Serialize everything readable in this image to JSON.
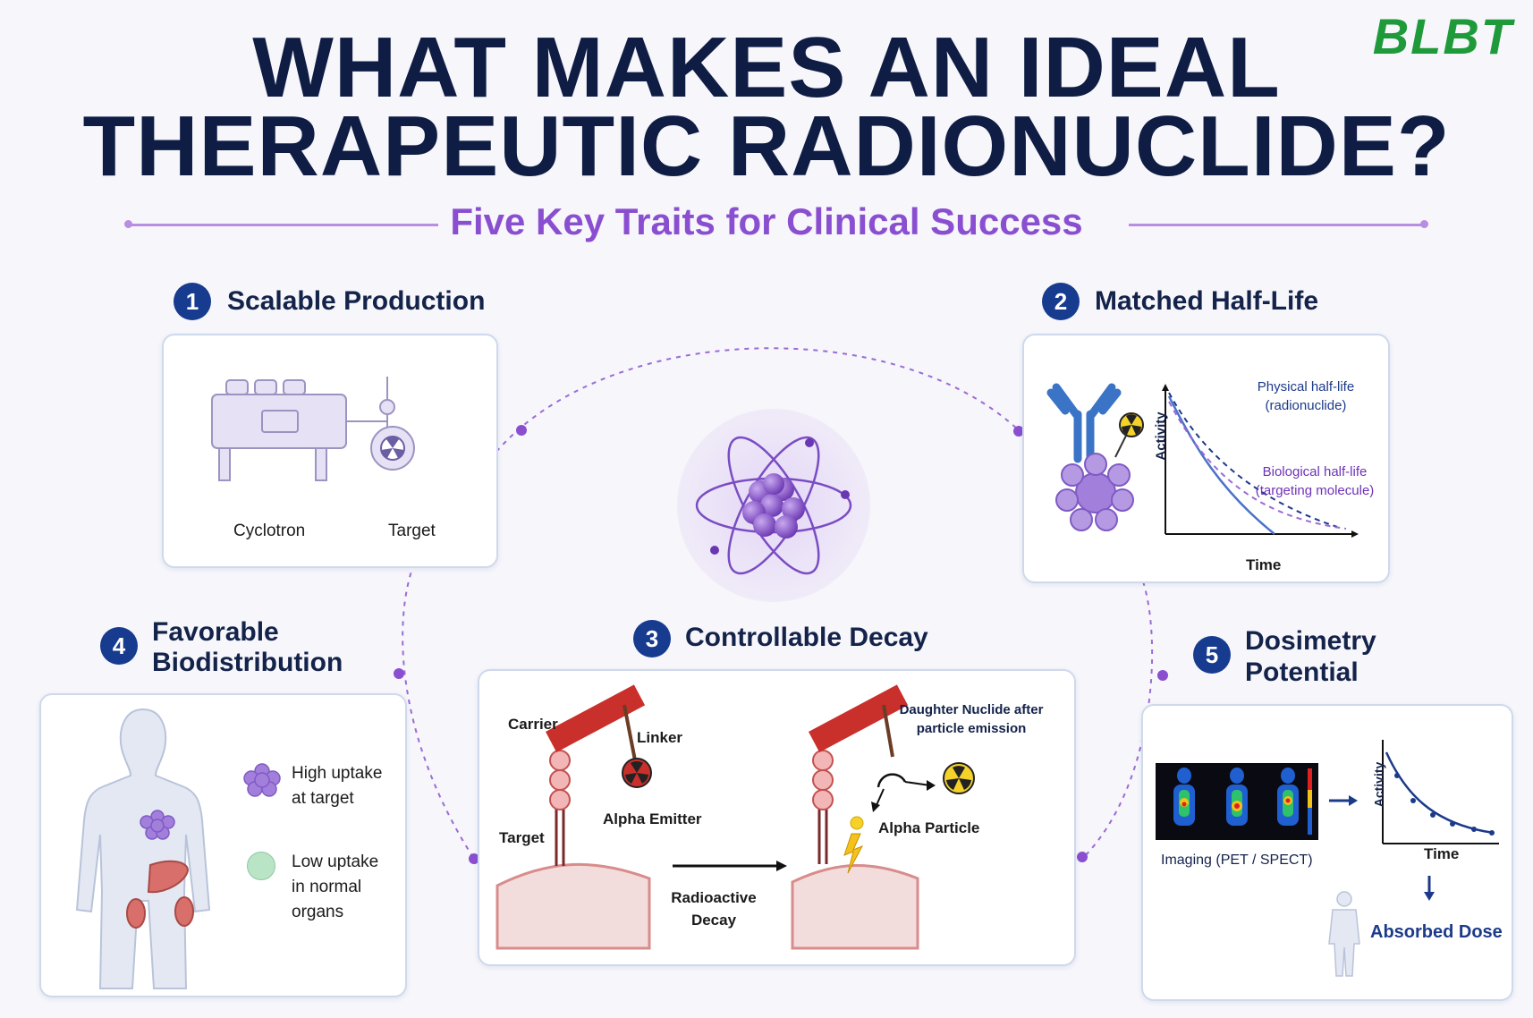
{
  "header": {
    "title_line1": "WHAT MAKES AN IDEAL",
    "title_line2": "THERAPEUTIC RADIONUCLIDE?",
    "subtitle": "Five Key Traits for Clinical Success",
    "logo": "BLBT"
  },
  "traits": [
    {
      "num": "1",
      "title": "Scalable Production",
      "labels": {
        "cyclotron": "Cyclotron",
        "target": "Target"
      }
    },
    {
      "num": "2",
      "title": "Matched Half-Life",
      "labels": {
        "physical": "Physical half-life",
        "physical_sub": "(radionuclide)",
        "biological": "Biological half-life",
        "biological_sub": "(targeting molecule)",
        "ylabel": "Activity",
        "xlabel": "Time"
      }
    },
    {
      "num": "3",
      "title": "Controllable Decay",
      "labels": {
        "carrier": "Carrier",
        "linker": "Linker",
        "target": "Target",
        "alpha_emitter": "Alpha Emitter",
        "radioactive": "Radioactive",
        "decay": "Decay",
        "daughter": "Daughter Nuclide after",
        "daughter_sub": "particle emission",
        "alpha_particle": "Alpha Particle"
      }
    },
    {
      "num": "4",
      "title_line1": "Favorable",
      "title_line2": "Biodistribution",
      "labels": {
        "high1": "High uptake",
        "high2": "at target",
        "low1": "Low uptake",
        "low2": "in normal",
        "low3": "organs"
      }
    },
    {
      "num": "5",
      "title_line1": "Dosimetry",
      "title_line2": "Potential",
      "labels": {
        "imaging": "Imaging (PET / SPECT)",
        "ylabel": "Activity",
        "xlabel": "Time",
        "absorbed": "Absorbed Dose"
      }
    }
  ],
  "colors": {
    "navy": "#163b8f",
    "purple": "#8a4fd0",
    "red": "#c9302c",
    "green": "#1f9a3a"
  }
}
